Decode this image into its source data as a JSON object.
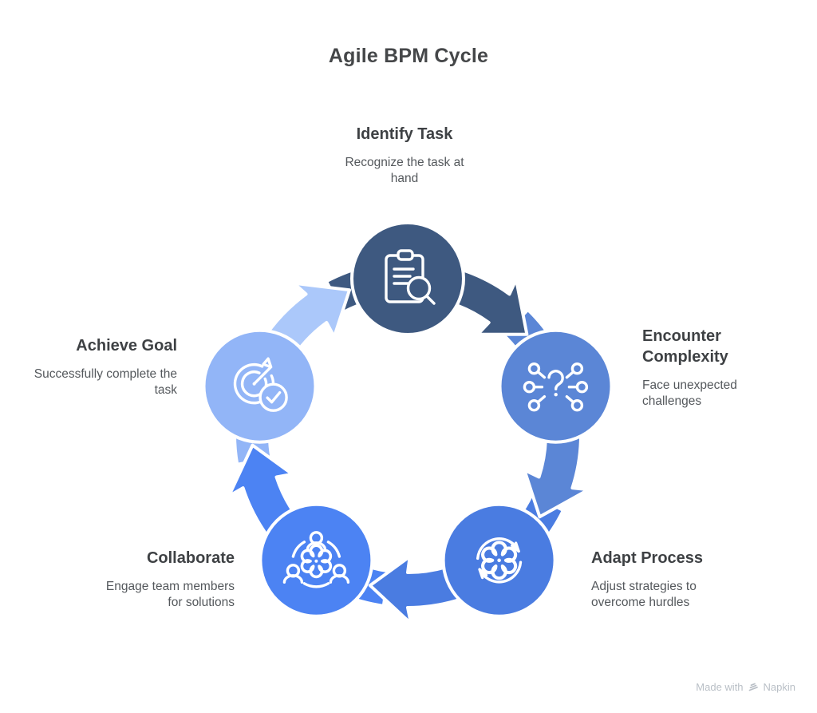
{
  "title": "Agile BPM Cycle",
  "nodes": [
    {
      "id": "identify-task",
      "label": "Identify Task",
      "description": "Recognize the task at hand",
      "color": "#3E5980",
      "arrow_color": "#3E5980",
      "icon": "clipboard-search-icon"
    },
    {
      "id": "encounter-complexity",
      "label": "Encounter Complexity",
      "description": "Face unexpected challenges",
      "color": "#5B86D6",
      "arrow_color": "#5B86D6",
      "icon": "question-network-icon"
    },
    {
      "id": "adapt-process",
      "label": "Adapt Process",
      "description": "Adjust strategies to overcome hurdles",
      "color": "#4A7CE1",
      "arrow_color": "#4A7CE1",
      "icon": "gear-refresh-icon"
    },
    {
      "id": "collaborate",
      "label": "Collaborate",
      "description": "Engage team members for solutions",
      "color": "#4C83F3",
      "arrow_color": "#4C83F3",
      "icon": "team-gear-icon"
    },
    {
      "id": "achieve-goal",
      "label": "Achieve Goal",
      "description": "Successfully complete the task",
      "color": "#92B5F7",
      "arrow_color": "#ABC8FA",
      "icon": "target-check-icon"
    }
  ],
  "watermark": {
    "prefix": "Made with",
    "brand": "Napkin"
  }
}
